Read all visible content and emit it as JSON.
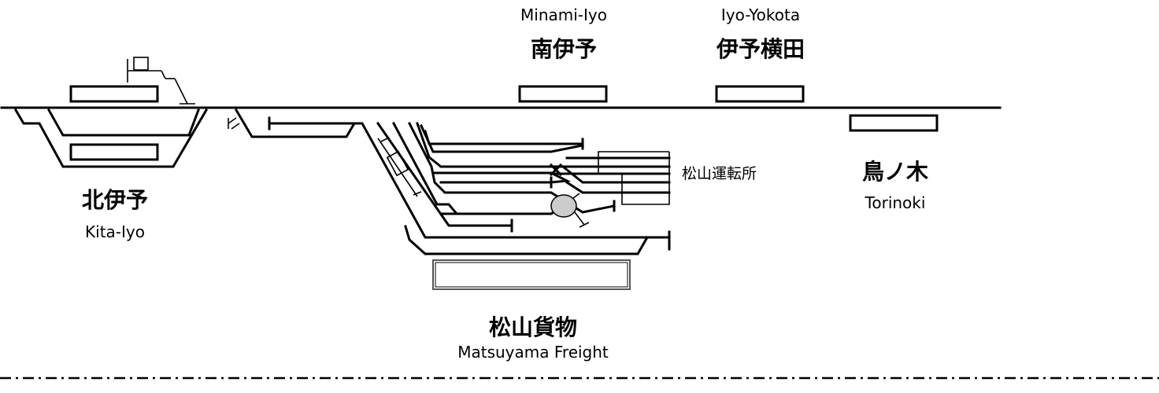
{
  "stations": {
    "minami_iyo": {
      "ja": "南伊予",
      "en": "Minami-Iyo"
    },
    "iyo_yokota": {
      "ja": "伊予横田",
      "en": "Iyo-Yokota"
    },
    "kita_iyo": {
      "ja": "北伊予",
      "en": "Kita-Iyo"
    },
    "torinoki": {
      "ja": "鳥ノ木",
      "en": "Torinoki"
    },
    "matsuyama_freight": {
      "ja": "松山貨物",
      "en": "Matsuyama Freight"
    }
  },
  "depot": {
    "ja": "松山運転所"
  },
  "colors": {
    "track": "#000000",
    "platform_fill": "#ffffff",
    "turntable": "#cccccc"
  }
}
